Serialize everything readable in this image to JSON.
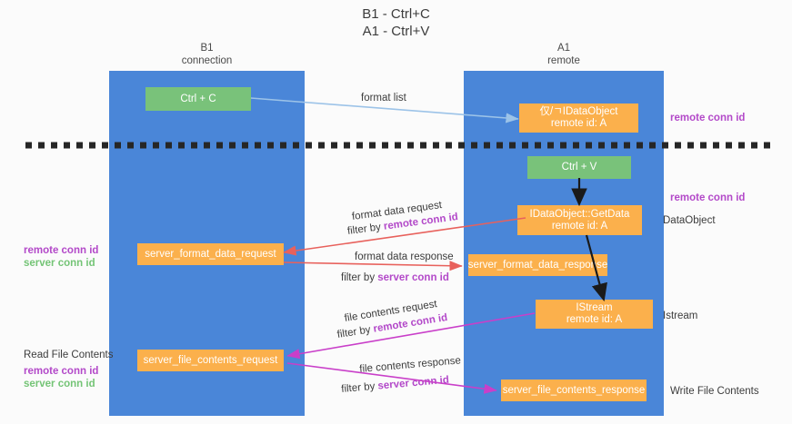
{
  "title": {
    "line1": "B1 - Ctrl+C",
    "line2": "A1 - Ctrl+V"
  },
  "lanes": [
    {
      "id": "b1",
      "name": "B1",
      "role": "connection"
    },
    {
      "id": "a1",
      "name": "A1",
      "role": "remote"
    }
  ],
  "boxes": {
    "ctrl_c": "Ctrl + C",
    "ctrl_v": "Ctrl + V",
    "idataobject": {
      "line1": "仅/ㄱIDataObject",
      "line2": "remote id: A"
    },
    "getdata": {
      "line1": "IDataObject::GetData",
      "line2": "remote id: A"
    },
    "istream": {
      "line1": "IStream",
      "line2": "remote id: A"
    },
    "server_format_data_request": "server_format_data_request",
    "server_format_data_response": "server_format_data_response",
    "server_file_contents_request": "server_file_contents_request",
    "server_file_contents_response": "server_file_contents_response"
  },
  "edge_labels": {
    "format_list": "format list",
    "format_data_request": "format data request",
    "format_data_request_filter_prefix": "filter by ",
    "format_data_request_filter_key": "remote conn id",
    "format_data_response": "format data response",
    "format_data_response_filter_prefix": "filter by ",
    "format_data_response_filter_key": "server conn id",
    "file_contents_request": "file contents request",
    "file_contents_request_filter_prefix": "filter by ",
    "file_contents_request_filter_key": "remote conn id",
    "file_contents_response": "file contents response",
    "file_contents_response_filter_prefix": "filter by ",
    "file_contents_response_filter_key": "server conn id"
  },
  "side_labels": {
    "right_remote_conn_id_top": "remote conn id",
    "right_remote_conn_id_mid": "remote conn id",
    "right_dataobject": "DataObject",
    "right_istream": "Istream",
    "right_write_file_contents": "Write File Contents",
    "left_remote_conn_id_mid": "remote conn id",
    "left_server_conn_id_mid": "server conn id",
    "left_read_file_contents": "Read File Contents",
    "left_remote_conn_id_bottom": "remote conn id",
    "left_server_conn_id_bottom": "server conn id"
  },
  "colors": {
    "lane": "#4a86d8",
    "box_green": "#79c27a",
    "box_orange": "#fbb04c",
    "arrow_blue": "#9cc3e8",
    "arrow_red": "#e8615c",
    "arrow_magenta": "#c93fc9",
    "arrow_black": "#1a1a1a",
    "conn_purple": "#b349c9",
    "conn_green": "#74c476",
    "divider": "#262626"
  }
}
